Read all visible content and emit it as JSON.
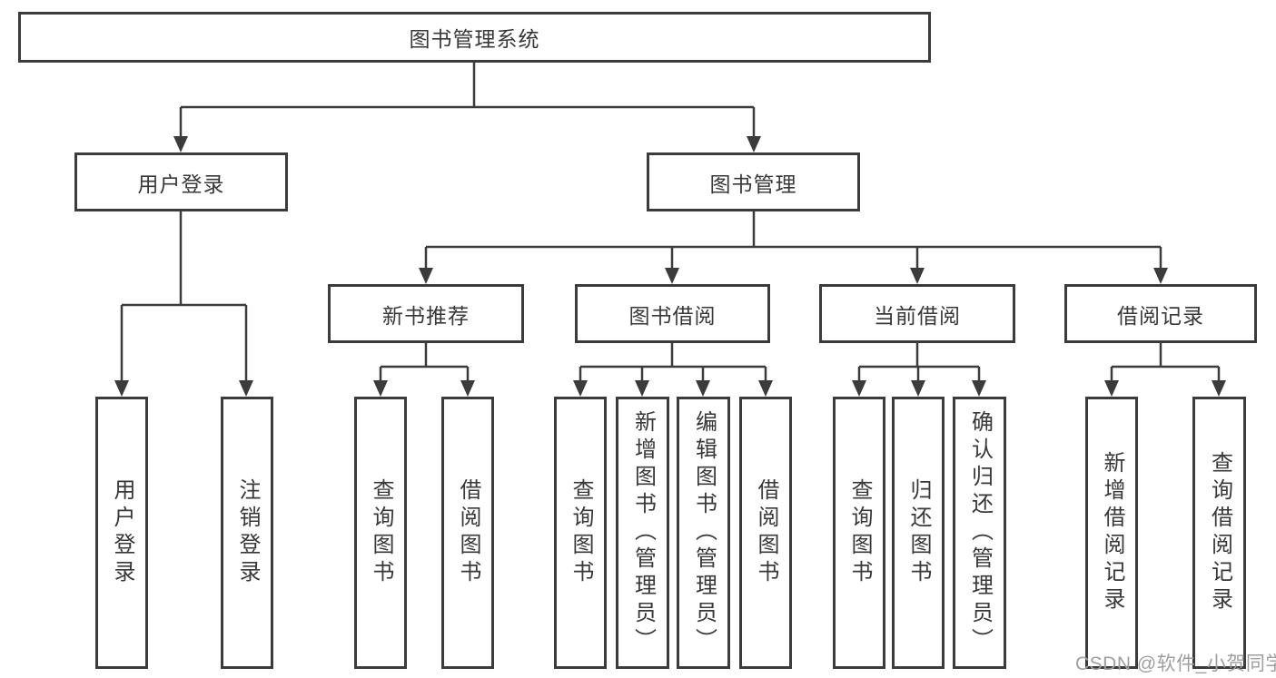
{
  "tree": {
    "root_label": "图书管理系统",
    "branches": [
      {
        "label": "用户登录",
        "children": [
          {
            "label": "用户登录"
          },
          {
            "label": "注销登录"
          }
        ]
      },
      {
        "label": "图书管理",
        "children": [
          {
            "label": "新书推荐",
            "children": [
              {
                "label": "查询图书"
              },
              {
                "label": "借阅图书"
              }
            ]
          },
          {
            "label": "图书借阅",
            "children": [
              {
                "label": "查询图书"
              },
              {
                "label": "新增图书（管理员）"
              },
              {
                "label": "编辑图书（管理员）"
              },
              {
                "label": "借阅图书"
              }
            ]
          },
          {
            "label": "当前借阅",
            "children": [
              {
                "label": "查询图书"
              },
              {
                "label": "归还图书"
              },
              {
                "label": "确认归还（管理员）"
              }
            ]
          },
          {
            "label": "借阅记录",
            "children": [
              {
                "label": "新增借阅记录"
              },
              {
                "label": "查询借阅记录"
              }
            ]
          }
        ]
      }
    ]
  },
  "watermark": {
    "text": "CSDN @软件_小贺同学"
  },
  "colors": {
    "line": "#3b3b3b",
    "text": "#383838",
    "watermark": "#9f9f9f",
    "background": "#ffffff"
  }
}
